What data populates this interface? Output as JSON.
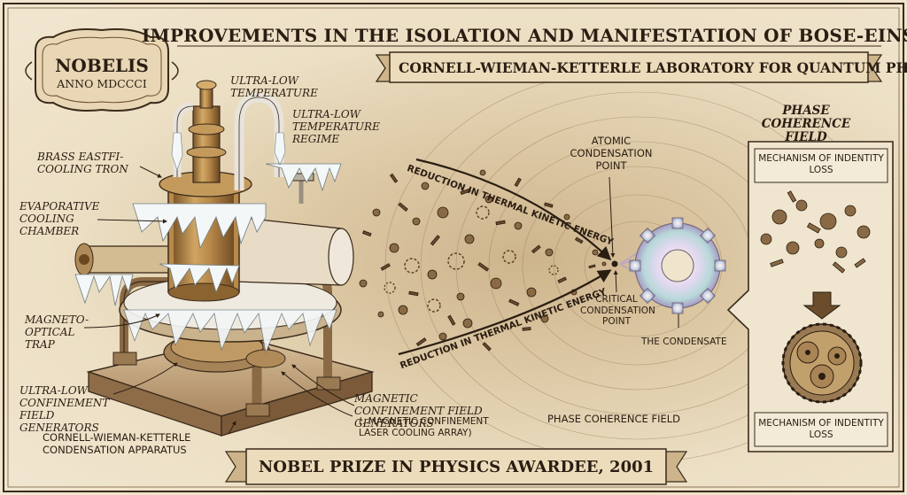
{
  "header": {
    "title": "IMPROVEMENTS IN THE ISOLATION AND MANIFESTATION OF BOSE-EINSTEIN CONDENSATES",
    "subtitle": "CORNELL-WIEMAN-KETTERLE LABORATORY FOR QUANTUM PHENOMENA"
  },
  "crest": {
    "name": "NOBELIS",
    "year": "ANNO MDCCCI"
  },
  "apparatus_labels": {
    "ultra_low_temperature": "ULTRA-LOW TEMPERATURE",
    "ultra_low_regime": "ULTRA-LOW TEMPERATURE REGIME",
    "brass_cooling": "BRASS EASTFI- COOLING TRON",
    "evaporative_chamber": "EVAPORATIVE COOLING CHAMBER",
    "mot": "MAGNETO- OPTICAL TRAP",
    "confinement_generators": "ULTRA-LOW CONFINEMENT FIELD GENERATORS",
    "apparatus_name": "CORNELL-WIEMAN-KETTERLE CONDENSATION APPARATUS",
    "magnetic_generators": "MAGNETIC CONFINEMENT FIELD GENERATORS",
    "laser_array": "(. MAGNETIC CONFINEMENT LASER COOLING ARRAY)"
  },
  "process_labels": {
    "reduction_top": "REDUCTION IN THERMAL KINETIC ENERGY",
    "reduction_bottom": "REDUCTION IN THERMAL KINETIC ENERGY",
    "atomic_point": "ATOMIC CONDENSATION POINT",
    "critical_point": "CRITICAL CONDENSATION POINT",
    "condensate": "THE CONDENSATE",
    "phase_field_bottom": "PHASE COHERENCE FIELD"
  },
  "panel": {
    "title": "PHASE COHERENCE FIELD",
    "box_top": "MECHANISM OF INDENTITY LOSS",
    "box_bottom": "MECHANISM OF INDENTITY LOSS"
  },
  "footer": {
    "text": "NOBEL PRIZE IN PHYSICS AWARDEE, 2001"
  },
  "colors": {
    "ink": "#2a1d12",
    "parchment": "#efe4cc",
    "brass": "#b8894a",
    "frost": "#f4f7f8"
  }
}
